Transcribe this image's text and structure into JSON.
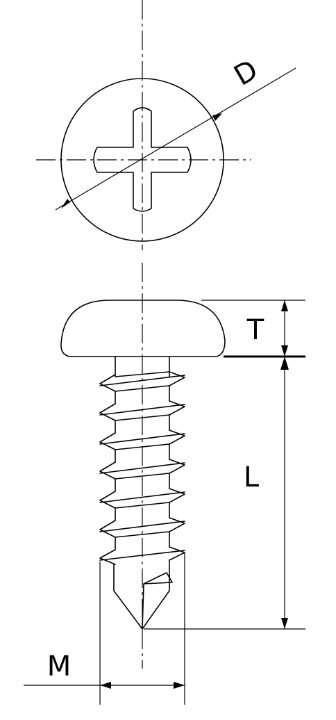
{
  "labels": {
    "diameter": "D",
    "head_height": "T",
    "length": "L",
    "thread_size": "M"
  }
}
